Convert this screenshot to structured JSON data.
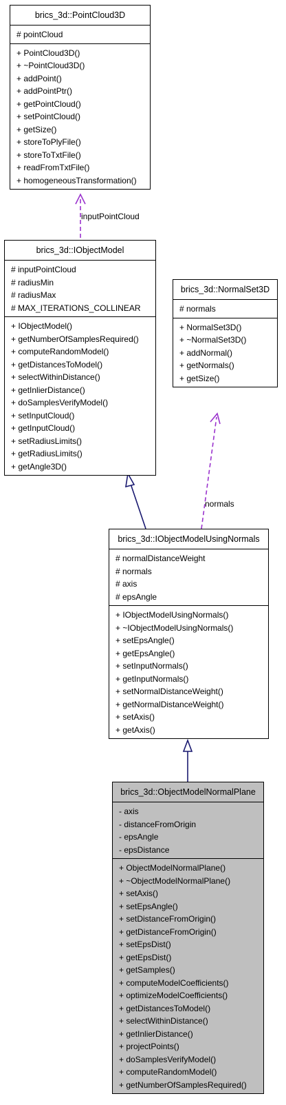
{
  "classes": [
    {
      "title": "brics_3d::PointCloud3D",
      "attributes": [
        "# pointCloud"
      ],
      "methods": [
        "+ PointCloud3D()",
        "+ ~PointCloud3D()",
        "+ addPoint()",
        "+ addPointPtr()",
        "+ getPointCloud()",
        "+ setPointCloud()",
        "+ getSize()",
        "+ storeToPlyFile()",
        "+ storeToTxtFile()",
        "+ readFromTxtFile()",
        "+ homogeneousTransformation()"
      ]
    },
    {
      "title": "brics_3d::IObjectModel",
      "attributes": [
        "# inputPointCloud",
        "# radiusMin",
        "# radiusMax",
        "# MAX_ITERATIONS_COLLINEAR"
      ],
      "methods": [
        "+ IObjectModel()",
        "+ getNumberOfSamplesRequired()",
        "+ computeRandomModel()",
        "+ getDistancesToModel()",
        "+ selectWithinDistance()",
        "+ getInlierDistance()",
        "+ doSamplesVerifyModel()",
        "+ setInputCloud()",
        "+ getInputCloud()",
        "+ setRadiusLimits()",
        "+ getRadiusLimits()",
        "+ getAngle3D()"
      ]
    },
    {
      "title": "brics_3d::NormalSet3D",
      "attributes": [
        "# normals"
      ],
      "methods": [
        "+ NormalSet3D()",
        "+ ~NormalSet3D()",
        "+ addNormal()",
        "+ getNormals()",
        "+ getSize()"
      ]
    },
    {
      "title": "brics_3d::IObjectModelUsingNormals",
      "attributes": [
        "# normalDistanceWeight",
        "# normals",
        "# axis",
        "# epsAngle"
      ],
      "methods": [
        "+ IObjectModelUsingNormals()",
        "+ ~IObjectModelUsingNormals()",
        "+ setEpsAngle()",
        "+ getEpsAngle()",
        "+ setInputNormals()",
        "+ getInputNormals()",
        "+ setNormalDistanceWeight()",
        "+ getNormalDistanceWeight()",
        "+ setAxis()",
        "+ getAxis()"
      ]
    },
    {
      "title": "brics_3d::ObjectModelNormalPlane",
      "attributes": [
        "- axis",
        "- distanceFromOrigin",
        "- epsAngle",
        "- epsDistance"
      ],
      "methods": [
        "+ ObjectModelNormalPlane()",
        "+ ~ObjectModelNormalPlane()",
        "+ setAxis()",
        "+ setEpsAngle()",
        "+ setDistanceFromOrigin()",
        "+ getDistanceFromOrigin()",
        "+ setEpsDist()",
        "+ getEpsDist()",
        "+ getSamples()",
        "+ computeModelCoefficients()",
        "+ optimizeModelCoefficients()",
        "+ getDistancesToModel()",
        "+ selectWithinDistance()",
        "+ getInlierDistance()",
        "+ projectPoints()",
        "+ doSamplesVerifyModel()",
        "+ computeRandomModel()",
        "+ getNumberOfSamplesRequired()"
      ]
    }
  ],
  "edge_labels": {
    "input_point_cloud": "inputPointCloud",
    "normals": "normals"
  },
  "colors": {
    "usage_edge": "#9a32cd",
    "inheritance_edge": "#191970",
    "highlight_fill": "#bfbfbf"
  }
}
